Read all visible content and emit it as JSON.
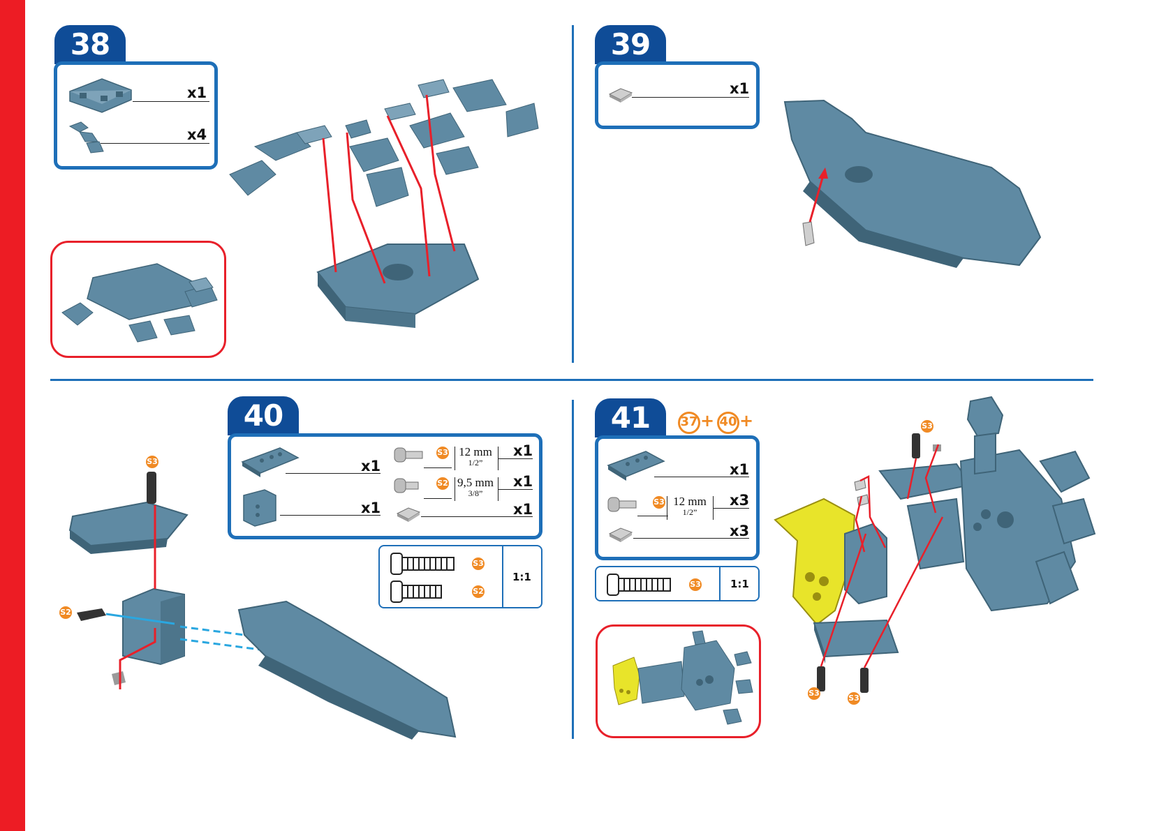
{
  "steps": {
    "s38": {
      "number": "38",
      "parts": [
        {
          "qty": "x1"
        },
        {
          "qty": "x4"
        }
      ]
    },
    "s39": {
      "number": "39",
      "parts": [
        {
          "qty": "x1"
        }
      ]
    },
    "s40": {
      "number": "40",
      "parts": [
        {
          "qty": "x1"
        },
        {
          "qty": "x1"
        }
      ],
      "screws": [
        {
          "badge": "S3",
          "mm": "12 mm",
          "inch": "1/2”",
          "qty": "x1"
        },
        {
          "badge": "S2",
          "mm": "9,5 mm",
          "inch": "3/8”",
          "qty": "x1"
        }
      ],
      "nut_qty": "x1",
      "scale": {
        "badge_a": "S3",
        "badge_b": "S2",
        "label": "1:1"
      }
    },
    "s41": {
      "number": "41",
      "combine": {
        "a": "37",
        "b": "40",
        "plus": "+"
      },
      "parts": [
        {
          "qty": "x1"
        }
      ],
      "screw": {
        "badge": "S3",
        "mm": "12 mm",
        "inch": "1/2”",
        "qty": "x3"
      },
      "nut_qty": "x3",
      "scale": {
        "badge": "S3",
        "label": "1:1"
      }
    }
  },
  "callouts": {
    "s3": "S3",
    "s2": "S2"
  },
  "colors": {
    "part_blue": "#5f8aa3",
    "part_dark": "#3f6478",
    "arrow_red": "#e8202a",
    "accent_orange": "#f08a24",
    "frame_blue": "#1e6fb8",
    "tab_navy": "#0f4c97",
    "yellow_part": "#e8e42a"
  }
}
